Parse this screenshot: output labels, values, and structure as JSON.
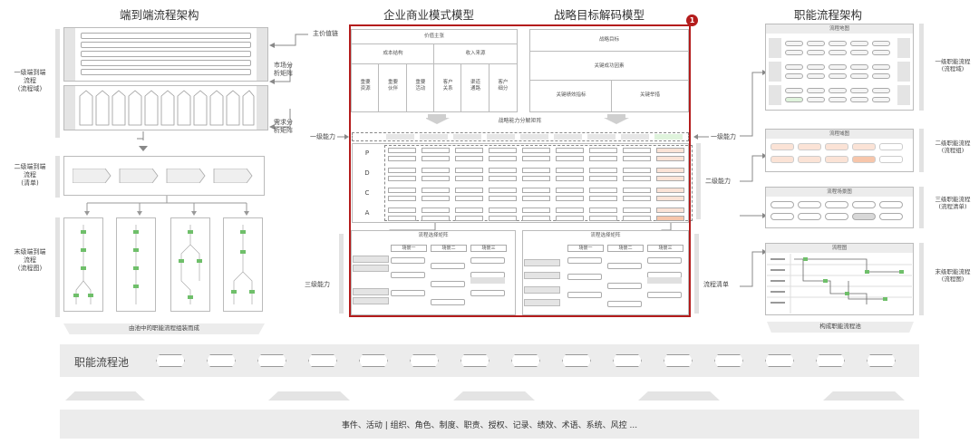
{
  "titles": {
    "left": "端到端流程架构",
    "center_left": "企业商业模式模型",
    "center_right": "战略目标解码模型",
    "right": "职能流程架构"
  },
  "badge": "1",
  "left": {
    "value_chain": "主价值链",
    "market_matrix": "市场分\n析矩阵",
    "demand_matrix": "需求分\n析矩阵",
    "level1": "一级端到端\n流程\n(流程域)",
    "level2": "二级端到端\n流程\n(清单)",
    "level_end": "末级端到端\n流程\n(流程图)",
    "caption": "由池中的职能流程组装而成"
  },
  "bm": {
    "value_proposition": "价值主张",
    "cost_structure": "成本结构",
    "revenue": "收入来源",
    "cells": [
      "重要\n资源",
      "重要\n伙伴",
      "重要\n活动",
      "客户\n关系",
      "渠道\n通路",
      "客户\n细分"
    ]
  },
  "strat": {
    "goal": "战略目标",
    "csf": "关键成功因素",
    "kpi": "关键绩效指标",
    "key_action": "关键举措"
  },
  "matrix": {
    "title": "战略能力分解矩阵",
    "rows": [
      "P",
      "D",
      "C",
      "A"
    ],
    "level1_label": "一级能力",
    "level2_label": "二级能力",
    "level3_label": "三级能力",
    "process_list_label": "流程清单"
  },
  "selection": {
    "left_title": "流程选择矩阵",
    "right_title": "流程选择矩阵",
    "scenes": [
      "场景一",
      "场景二",
      "场景三"
    ]
  },
  "right": {
    "map_title": "流程地图",
    "domain_title": "流程域图",
    "scene_title": "流程场景图",
    "flow_title": "流程图",
    "level1": "一级职能流程\n(流程域)",
    "level2": "二级职能流程\n(流程组)",
    "level3": "三级职能流程\n(流程清单)",
    "level_end": "末级职能流程\n(流程图)",
    "caption": "构成职能流程池"
  },
  "pool": {
    "label": "职能流程池"
  },
  "bottom": {
    "elements": "事件、活动 | 组织、角色、制度、职责、授权、记录、绩效、术语、系统、风控 ..."
  },
  "colors": {
    "frame": "#b41c1c",
    "highlight_pink": "#fbe3d6",
    "highlight_orange": "#f7c6ab",
    "highlight_green": "#dff3dc"
  }
}
